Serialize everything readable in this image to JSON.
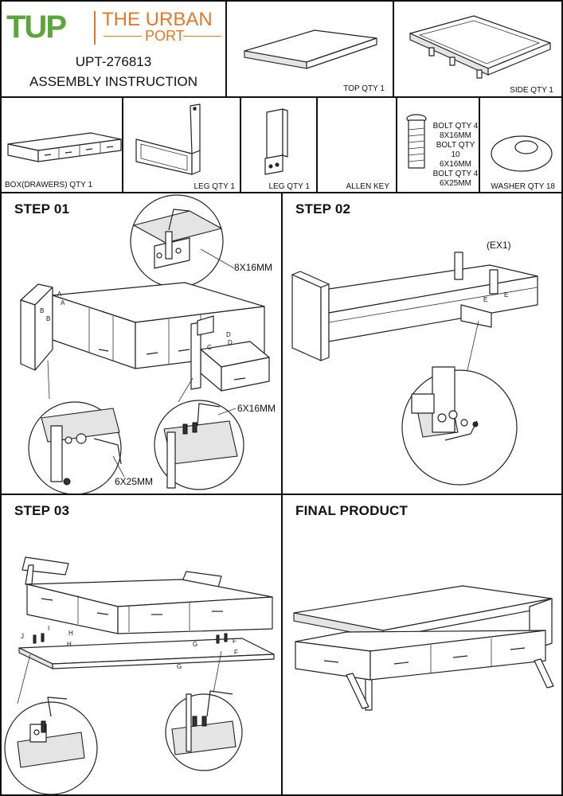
{
  "header": {
    "logo_mark": "TUP",
    "brand_line1": "THE URBAN",
    "brand_line2": "PORT",
    "model": "UPT-276813",
    "doc_title": "ASSEMBLY INSTRUCTION"
  },
  "parts": {
    "top": "TOP QTY 1",
    "side": "SIDE QTY 1",
    "box": "BOX(DRAWERS) QTY 1",
    "leg_u": "LEG QTY 1",
    "leg_post": "LEG QTY 1",
    "allen": "ALLEN KEY",
    "bolts": [
      "BOLT QTY 4",
      "8X16MM",
      "BOLT QTY 10",
      "6X16MM",
      "BOLT QTY 4",
      "6X25MM"
    ],
    "washer": "WASHER QTY 18"
  },
  "steps": {
    "s1": {
      "title": "STEP 01",
      "bolt_a": "8X16MM",
      "bolt_b": "6X16MM",
      "bolt_c": "6X25MM",
      "letters": [
        "A",
        "A",
        "B",
        "B",
        "C",
        "D",
        "D"
      ]
    },
    "s2": {
      "title": "STEP 02",
      "ex": "(EX1)",
      "letters": [
        "E",
        "E"
      ]
    },
    "s3": {
      "title": "STEP 03",
      "letters": [
        "J",
        "I",
        "H",
        "H",
        "G",
        "G",
        "F",
        "F"
      ]
    },
    "final": {
      "title": "FINAL PRODUCT"
    }
  },
  "colors": {
    "logo_green": "#5aa63a",
    "logo_orange": "#e07a2a",
    "line": "#222222"
  }
}
